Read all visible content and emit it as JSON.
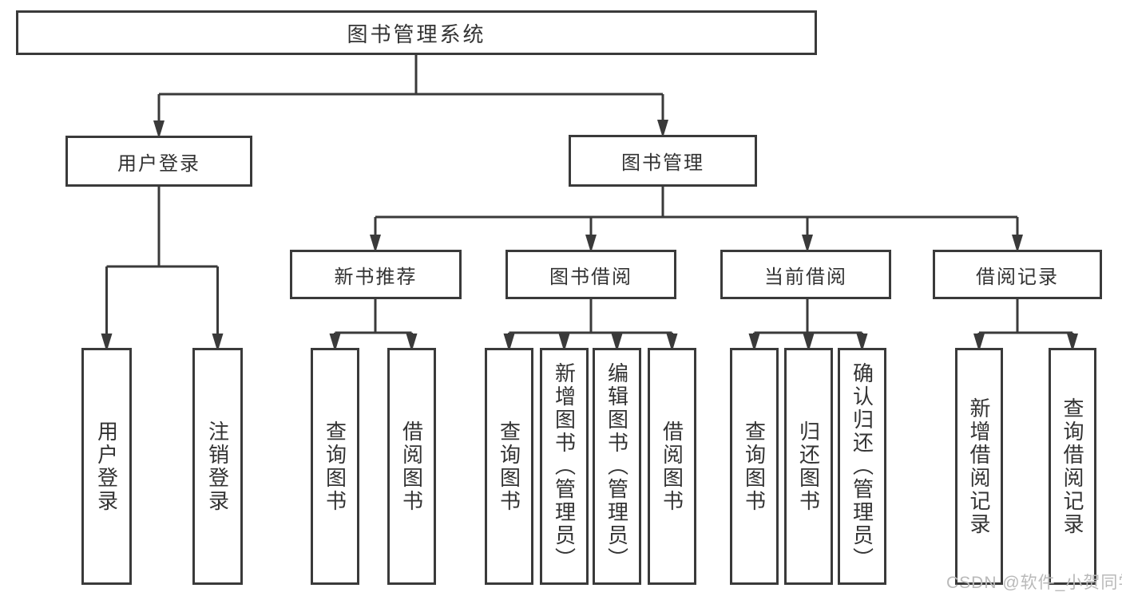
{
  "diagram": {
    "root": {
      "label": "图书管理系统"
    },
    "branches": [
      {
        "label": "用户登录",
        "children": [
          {
            "label": "用户登录"
          },
          {
            "label": "注销登录"
          }
        ]
      },
      {
        "label": "图书管理",
        "children": [
          {
            "label": "新书推荐",
            "children": [
              {
                "label": "查询图书"
              },
              {
                "label": "借阅图书"
              }
            ]
          },
          {
            "label": "图书借阅",
            "children": [
              {
                "label": "查询图书"
              },
              {
                "label": "新增图书（管理员）"
              },
              {
                "label": "编辑图书（管理员）"
              },
              {
                "label": "借阅图书"
              }
            ]
          },
          {
            "label": "当前借阅",
            "children": [
              {
                "label": "查询图书"
              },
              {
                "label": "归还图书"
              },
              {
                "label": "确认归还（管理员）"
              }
            ]
          },
          {
            "label": "借阅记录",
            "children": [
              {
                "label": "新增借阅记录"
              },
              {
                "label": "查询借阅记录"
              }
            ]
          }
        ]
      }
    ]
  },
  "watermark": {
    "text": "CSDN @软件_小贺同学"
  },
  "colors": {
    "line": "#3a3a3a",
    "box_border": "#3a3a3a",
    "text": "#333333",
    "watermark": "#b9b9b9",
    "background": "#ffffff"
  }
}
